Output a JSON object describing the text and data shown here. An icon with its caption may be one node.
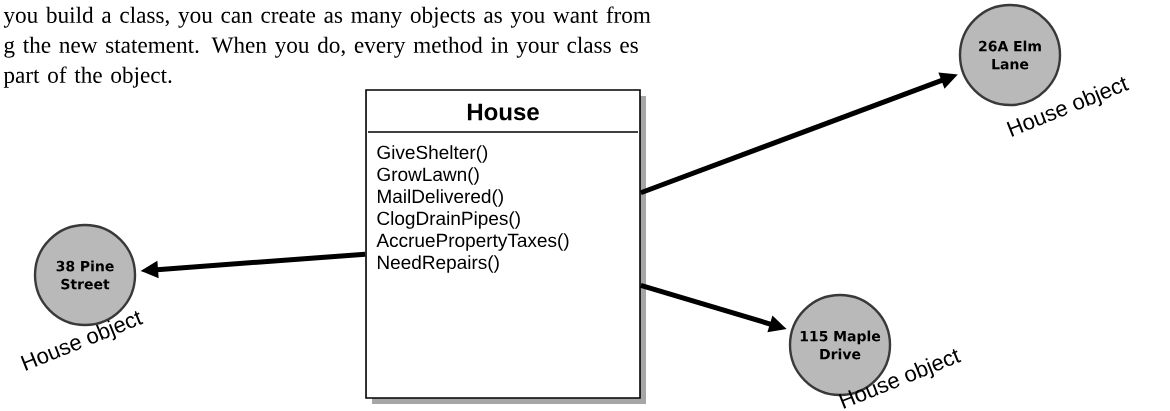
{
  "diagram": {
    "nodes": [
      {
        "text": [
          "House",
          "GiveShelter()",
          "GrowLawn()",
          "MailDelivered()",
          "ClogDrainPipes()",
          "AccruePropertyTaxes()",
          "NeedRepairs()"
        ]
      },
      {
        "text": [
          "26A Elm Lane"
        ],
        "beside": [
          "House object"
        ]
      },
      {
        "text": [
          "38 Pine Street"
        ],
        "beside": [
          "House object"
        ]
      },
      {
        "text": [
          "115 Maple Drive"
        ],
        "beside": [
          "House object"
        ]
      }
    ],
    "edges": [
      {
        "from": 0,
        "to": 1,
        "arrow": "to"
      },
      {
        "from": 0,
        "to": 2,
        "arrow": "to"
      },
      {
        "from": 0,
        "to": 3,
        "arrow": "to"
      }
    ],
    "labels": [
      "you build a class, you can create as many objects as you want from g the new statement. When you do, every method in your class es part of the object."
    ]
  }
}
